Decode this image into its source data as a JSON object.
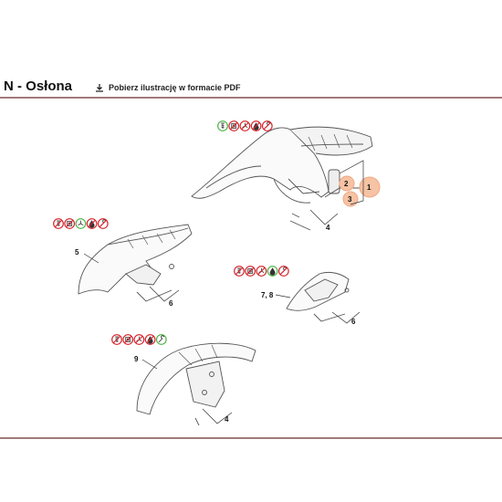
{
  "header": {
    "title": "N - Osłona",
    "pdf_link": "Pobierz ilustrację w formacie PDF",
    "download_icon": "download-icon"
  },
  "diagram": {
    "colors": {
      "frame": "#6b2b2b",
      "highlight": "#f6c3a4",
      "red": "#d7262e",
      "green": "#4bb543"
    },
    "groups": [
      {
        "callouts": [
          "1",
          "2",
          "3",
          "4"
        ],
        "highlighted": [
          "1",
          "2",
          "3"
        ],
        "tool_icons": [
          {
            "icon": "no-screw-icon",
            "status": "green"
          },
          {
            "icon": "no-bolt-icon",
            "status": "red"
          },
          {
            "icon": "no-propeller-icon",
            "status": "red"
          },
          {
            "icon": "no-oil-icon",
            "status": "red"
          },
          {
            "icon": "no-wrench-icon",
            "status": "red"
          }
        ]
      },
      {
        "callouts": [
          "5",
          "6"
        ],
        "highlighted": [],
        "tool_icons": [
          {
            "icon": "no-screw-icon",
            "status": "red"
          },
          {
            "icon": "no-bolt-icon",
            "status": "red"
          },
          {
            "icon": "propeller-icon",
            "status": "green"
          },
          {
            "icon": "no-oil-icon",
            "status": "red"
          },
          {
            "icon": "no-wrench-icon",
            "status": "red"
          }
        ]
      },
      {
        "callouts": [
          "7, 8",
          "6"
        ],
        "highlighted": [],
        "tool_icons": [
          {
            "icon": "no-screw-icon",
            "status": "red"
          },
          {
            "icon": "no-bolt-icon",
            "status": "red"
          },
          {
            "icon": "no-propeller-icon",
            "status": "red"
          },
          {
            "icon": "oil-icon",
            "status": "green"
          },
          {
            "icon": "no-wrench-icon",
            "status": "red"
          }
        ]
      },
      {
        "callouts": [
          "9",
          "4"
        ],
        "highlighted": [],
        "tool_icons": [
          {
            "icon": "no-screw-icon",
            "status": "red"
          },
          {
            "icon": "no-bolt-icon",
            "status": "red"
          },
          {
            "icon": "no-propeller-icon",
            "status": "red"
          },
          {
            "icon": "no-oil-icon",
            "status": "red"
          },
          {
            "icon": "wrench-icon",
            "status": "green"
          }
        ]
      }
    ]
  }
}
